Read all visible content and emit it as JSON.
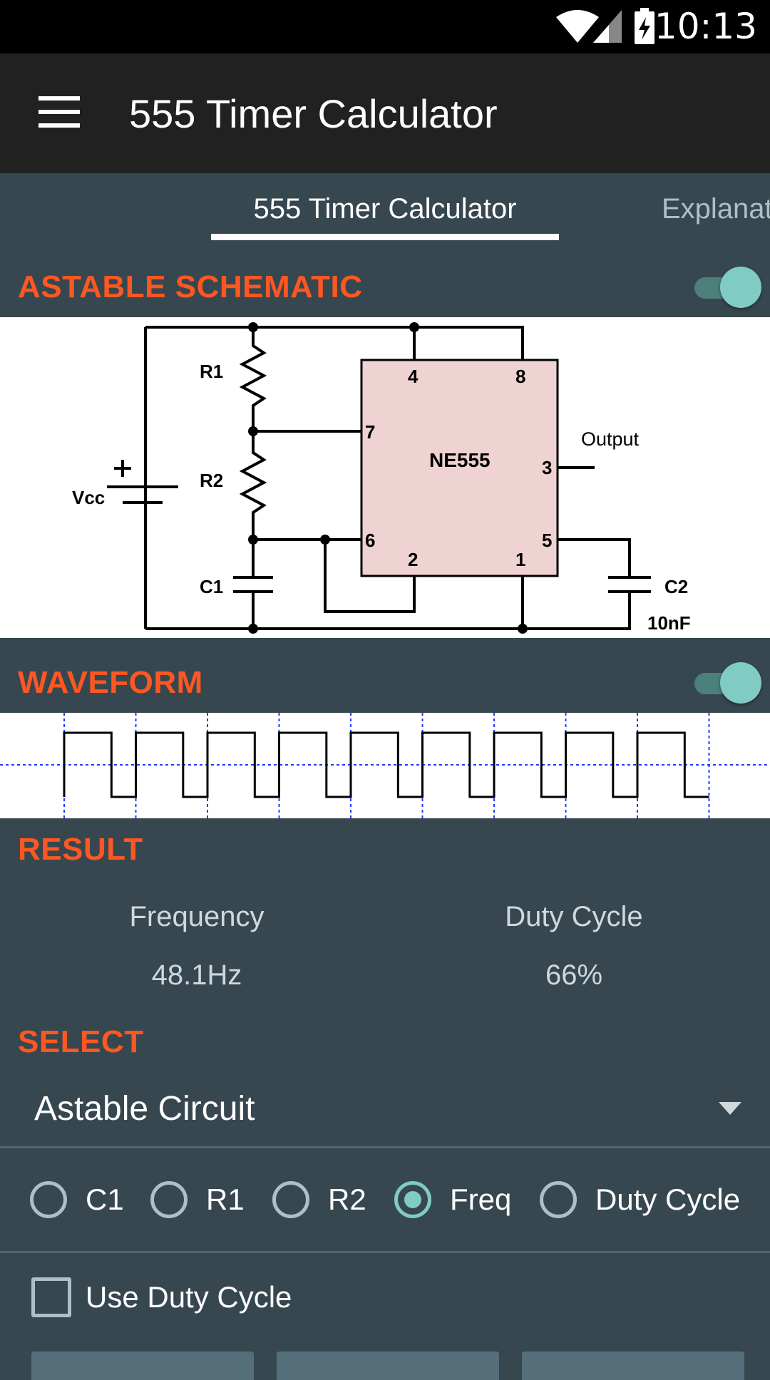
{
  "status_bar": {
    "time": "10:13"
  },
  "toolbar": {
    "title": "555 Timer Calculator",
    "menu_icon": "hamburger-menu-icon"
  },
  "tabs": [
    {
      "label": "555 Timer Calculator",
      "active": true
    },
    {
      "label": "Explanat",
      "active": false
    }
  ],
  "schematic": {
    "heading": "ASTABLE SCHEMATIC",
    "toggle_on": true,
    "labels": {
      "r1": "R1",
      "r2": "R2",
      "c1": "C1",
      "c2": "C2",
      "c2_value": "10nF",
      "vcc": "Vcc",
      "plus": "+",
      "chip": "NE555",
      "output": "Output",
      "pin4": "4",
      "pin8": "8",
      "pin7": "7",
      "pin3": "3",
      "pin6": "6",
      "pin2": "2",
      "pin1": "1",
      "pin5": "5"
    }
  },
  "waveform": {
    "heading": "WAVEFORM",
    "toggle_on": true,
    "duty_cycle": 0.66,
    "cycles": 9
  },
  "result": {
    "heading": "RESULT",
    "frequency_label": "Frequency",
    "frequency_value": "48.1Hz",
    "duty_label": "Duty Cycle",
    "duty_value": "66%"
  },
  "select": {
    "heading": "SELECT",
    "value": "Astable Circuit",
    "radios": [
      {
        "label": "C1",
        "checked": false
      },
      {
        "label": "R1",
        "checked": false
      },
      {
        "label": "R2",
        "checked": false
      },
      {
        "label": "Freq",
        "checked": true
      },
      {
        "label": "Duty Cycle",
        "checked": false
      }
    ],
    "use_duty_cycle_label": "Use Duty Cycle",
    "use_duty_cycle_checked": false
  },
  "colors": {
    "accent": "#ff5722",
    "teal": "#80cbc4",
    "background": "#37474f",
    "toolbar": "#212121"
  }
}
